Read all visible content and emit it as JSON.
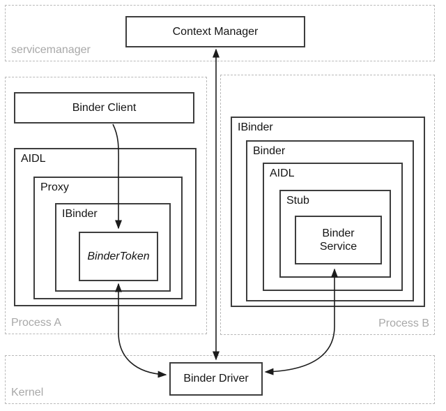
{
  "regions": {
    "servicemanager": "servicemanager",
    "process_a": "Process A",
    "process_b": "Process B",
    "kernel": "Kernel"
  },
  "nodes": {
    "context_manager": "Context Manager",
    "binder_client": "Binder Client",
    "aidl_a": "AIDL",
    "proxy": "Proxy",
    "ibinder_a": "IBinder",
    "binder_token": "BinderToken",
    "ibinder_b": "IBinder",
    "binder_b": "Binder",
    "aidl_b": "AIDL",
    "stub": "Stub",
    "binder_service": {
      "line1": "Binder",
      "line2": "Service"
    },
    "binder_driver": "Binder Driver"
  },
  "edges": [
    {
      "name": "binder-client-to-binder-token",
      "from": "Binder Client",
      "to": "BinderToken",
      "direction": "one-way"
    },
    {
      "name": "binder-token-to-binder-driver",
      "from": "BinderToken",
      "to": "Binder Driver",
      "direction": "two-way"
    },
    {
      "name": "context-manager-to-binder-driver",
      "from": "Context Manager",
      "to": "Binder Driver",
      "direction": "two-way"
    },
    {
      "name": "binder-service-to-binder-driver",
      "from": "Binder Service",
      "to": "Binder Driver",
      "direction": "two-way"
    }
  ],
  "colors": {
    "background": "#ffffff",
    "box_border": "#3d3d3d",
    "region_border": "#b9b9b9",
    "muted_label": "#a8a8a8",
    "arrow": "#1c1c1c",
    "text": "#141414"
  }
}
